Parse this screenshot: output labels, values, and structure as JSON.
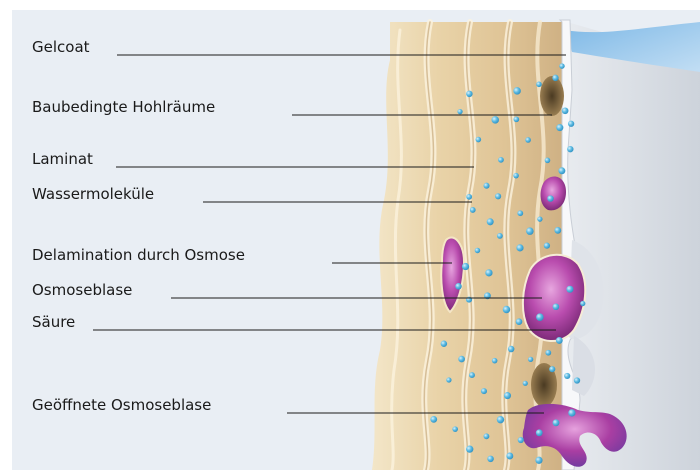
{
  "labels": [
    {
      "id": "gelcoat",
      "text": "Gelcoat"
    },
    {
      "id": "hohlraeume",
      "text": "Baubedingte Hohlräume"
    },
    {
      "id": "laminat",
      "text": "Laminat"
    },
    {
      "id": "wassermolekuele",
      "text": "Wassermoleküle"
    },
    {
      "id": "delamination",
      "text": "Delamination durch Osmose"
    },
    {
      "id": "osmoseblase",
      "text": "Osmoseblase"
    },
    {
      "id": "saeure",
      "text": "Säure"
    },
    {
      "id": "geoeffnete",
      "text": "Geöffnete Osmoseblase"
    }
  ],
  "colors": {
    "background_panel": "#e8eef4",
    "laminate_light": "#f0e2c4",
    "laminate_mid": "#dcc196",
    "laminate_dark": "#b9976a",
    "gelcoat": "#f4f5f7",
    "hull_shadow": "#d6dae0",
    "water": "#6aa9dc",
    "water_light": "#bcdaf2",
    "molecule": "#4fb0dc",
    "blister": "#b23fa7",
    "blister_light": "#d98ad0",
    "acid_pool": "#7a4bb8",
    "leader_line": "#1a1a1a"
  }
}
